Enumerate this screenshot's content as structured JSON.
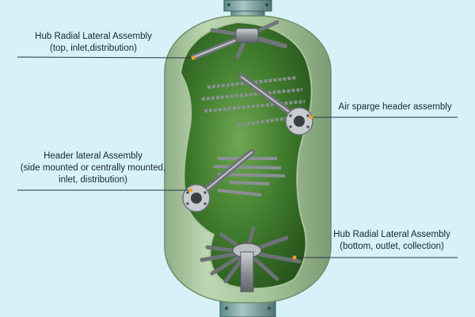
{
  "labels": {
    "hub_top": {
      "line1": "Hub Radial Lateral Assembly",
      "line2": "(top, inlet,distribution)"
    },
    "air_sparge": {
      "line1": "Air sparge header assembly"
    },
    "header_lateral": {
      "line1": "Header lateral Assembly",
      "line2": "(side mounted or centrally mounted,",
      "line3": "inlet, distribution)"
    },
    "hub_bottom": {
      "line1": "Hub Radial Lateral Assembly",
      "line2": "(bottom, outlet, collection)"
    }
  },
  "colors": {
    "background": "#d6f2f8",
    "vessel_shell": "#a9c9a0",
    "vessel_interior": "#3e7a2c",
    "pipe_steel": "#8f959a",
    "leader_line": "#23304a",
    "marker": "#f0a020"
  }
}
